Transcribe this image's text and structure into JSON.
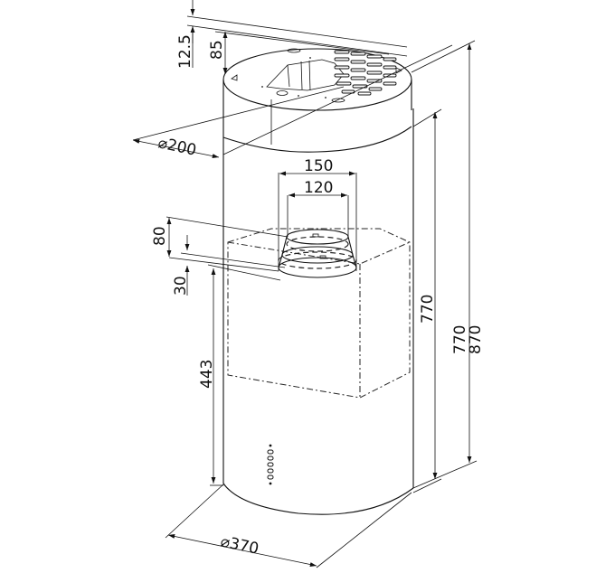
{
  "drawing": {
    "subject": "cylindrical island cooker hood dimension drawing",
    "colors": {
      "line": "#111111",
      "background": "#ffffff"
    },
    "dimensions": {
      "top_clearance": "12.5",
      "top_ring_height": "85",
      "top_diameter": "⌀200",
      "outer_outlet": "150",
      "inner_outlet": "120",
      "outlet_height": "80",
      "outlet_offset": "30",
      "lower_height": "443",
      "body_height_inner": "770",
      "body_height_min": "770",
      "body_height_max": "870",
      "bottom_diameter": "⌀370"
    },
    "controls": {
      "button_count": 6
    }
  }
}
